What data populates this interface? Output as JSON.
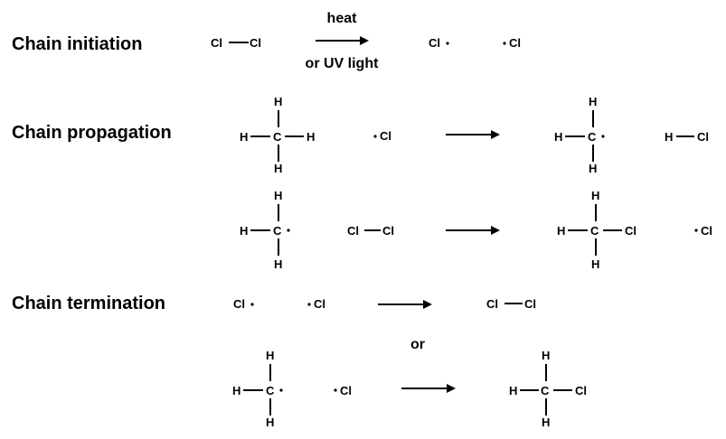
{
  "stages": {
    "initiation": "Chain initiation",
    "propagation": "Chain propagation",
    "termination": "Chain termination"
  },
  "conditions": {
    "top": "heat",
    "bottom": "or UV light"
  },
  "connector": "or",
  "atoms": {
    "chlorine": "Cl",
    "carbon": "C",
    "hydrogen": "H"
  }
}
